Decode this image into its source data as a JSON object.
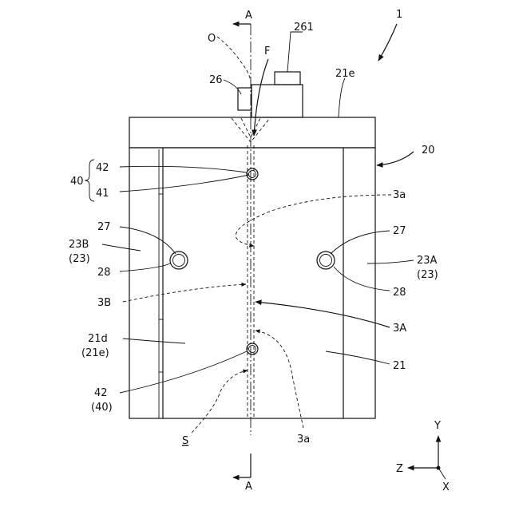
{
  "figure": {
    "labels": {
      "ref_1": "1",
      "ref_20": "20",
      "ref_21": "21",
      "ref_21e_top": "21e",
      "ref_21d": "21d",
      "ref_21e_paren": "(21e)",
      "ref_23A": "23A",
      "ref_23A_paren": "(23)",
      "ref_23B": "23B",
      "ref_23B_paren": "(23)",
      "ref_26": "26",
      "ref_261": "261",
      "ref_27_left": "27",
      "ref_27_right": "27",
      "ref_28_left": "28",
      "ref_28_right": "28",
      "ref_3a_top": "3a",
      "ref_3a_bottom": "3a",
      "ref_3A": "3A",
      "ref_3B": "3B",
      "ref_40": "40",
      "ref_41": "41",
      "ref_42_top": "42",
      "ref_42_bottom": "42",
      "ref_40_paren": "(40)",
      "ref_O": "O",
      "ref_F": "F",
      "ref_S": "S",
      "section_A_top": "A",
      "section_A_bottom": "A",
      "axis_Y": "Y",
      "axis_Z": "Z",
      "axis_X": "X"
    }
  }
}
